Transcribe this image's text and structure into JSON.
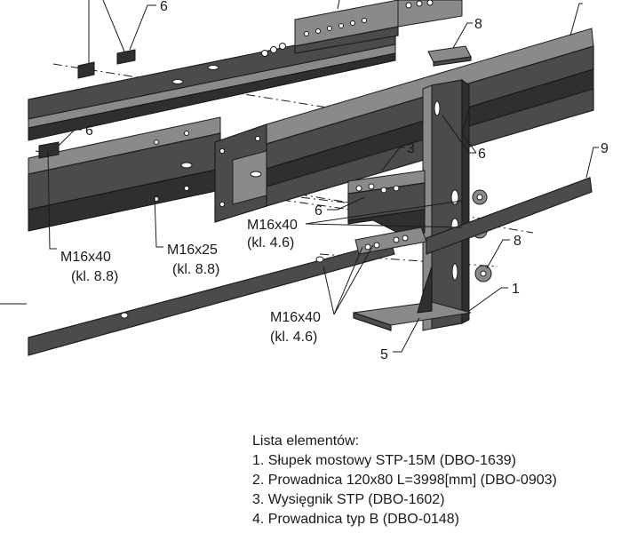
{
  "labels": {
    "callout_1": "1",
    "callout_3": "3",
    "callout_5": "5",
    "callout_6_top": "6",
    "callout_6_left": "6",
    "callout_6_right": "6",
    "callout_6_arm": "6",
    "callout_8_top": "8",
    "callout_8_right": "8",
    "callout_9": "9",
    "bolt_a_size": "M16x40",
    "bolt_a_class": "(kl. 8.8)",
    "bolt_b_size": "M16x25",
    "bolt_b_class": "(kl. 8.8)",
    "bolt_c_size": "M16x40",
    "bolt_c_class": "(kl. 4.6)",
    "bolt_d_size": "M16x40",
    "bolt_d_class": "(kl. 4.6)"
  },
  "parts_list": {
    "title": "Lista elementów:",
    "items": [
      "1. Słupek mostowy STP-15M (DBO-1639)",
      "2. Prowadnica 120x80 L=3998[mm] (DBO-0903)",
      "3. Wysięgnik STP (DBO-1602)",
      "4. Prowadnica typ B (DBO-0148)"
    ]
  }
}
